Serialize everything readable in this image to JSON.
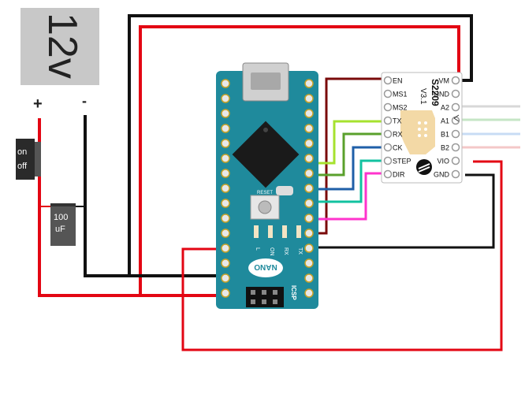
{
  "power": {
    "voltage_label": "12v",
    "plus_label": "+",
    "minus_label": "-",
    "switch_on": "on",
    "switch_off": "off",
    "capacitor_value": "100",
    "capacitor_unit": "uF"
  },
  "arduino": {
    "board_label": "NANO",
    "reset_label": "RESET",
    "icsp_label": "ICSP",
    "led_labels": [
      "L",
      "ON",
      "RX",
      "TX"
    ]
  },
  "driver": {
    "model": "S2209",
    "version": "V3.1",
    "left_pins": [
      "EN",
      "MS1",
      "MS2",
      "TX",
      "RX",
      "CK",
      "STEP",
      "DIR"
    ],
    "right_pins": [
      "VM",
      "GND",
      "A2",
      "A1",
      "B1",
      "B2",
      "VIO",
      "GND"
    ]
  },
  "colors": {
    "wire_red": "#e30613",
    "wire_black": "#111111",
    "wire_darkred": "#7a0a0a",
    "wire_lime": "#a6e22e",
    "wire_green": "#5aa02c",
    "wire_blue": "#1f5fa8",
    "wire_teal": "#12c2a0",
    "wire_magenta": "#ff33cc",
    "board_teal": "#1f8a9c",
    "supply_gray": "#c8c8c8"
  }
}
